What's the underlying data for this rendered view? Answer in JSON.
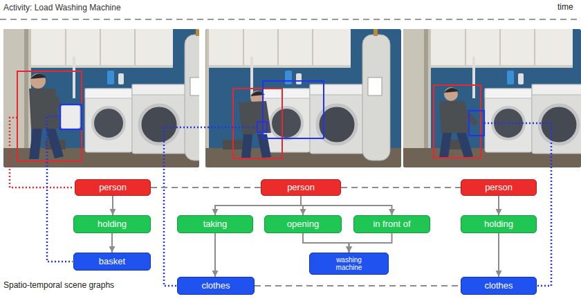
{
  "diagram": {
    "title": "Activity: Load Washing Machine",
    "nodes": [
      {
        "text": [
          "person"
        ]
      },
      {
        "text": [
          "person"
        ]
      },
      {
        "text": [
          "person"
        ]
      },
      {
        "text": [
          "holding"
        ]
      },
      {
        "text": [
          "taking"
        ]
      },
      {
        "text": [
          "opening"
        ]
      },
      {
        "text": [
          "in front of"
        ]
      },
      {
        "text": [
          "holding"
        ]
      },
      {
        "text": [
          "basket"
        ]
      },
      {
        "text": [
          "washing machine"
        ]
      },
      {
        "text": [
          "clothes"
        ]
      },
      {
        "text": [
          "clothes"
        ]
      }
    ],
    "edges": [
      {
        "from": 0,
        "to": 3,
        "arrow": "to"
      },
      {
        "from": 3,
        "to": 8,
        "arrow": "to"
      },
      {
        "from": 0,
        "to": 1,
        "arrow": "none"
      },
      {
        "from": 1,
        "to": 2,
        "arrow": "none"
      },
      {
        "from": 1,
        "to": 4,
        "arrow": "to"
      },
      {
        "from": 1,
        "to": 5,
        "arrow": "to"
      },
      {
        "from": 1,
        "to": 6,
        "arrow": "to"
      },
      {
        "from": 4,
        "to": 10,
        "arrow": "to"
      },
      {
        "from": 5,
        "to": 9,
        "arrow": "to"
      },
      {
        "from": 6,
        "to": 9,
        "arrow": "to"
      },
      {
        "from": 2,
        "to": 7,
        "arrow": "to"
      },
      {
        "from": 7,
        "to": 11,
        "arrow": "to"
      },
      {
        "from": 10,
        "to": 11,
        "arrow": "none"
      }
    ],
    "labels": [
      "time",
      "Spatio-temporal scene graphs"
    ]
  }
}
